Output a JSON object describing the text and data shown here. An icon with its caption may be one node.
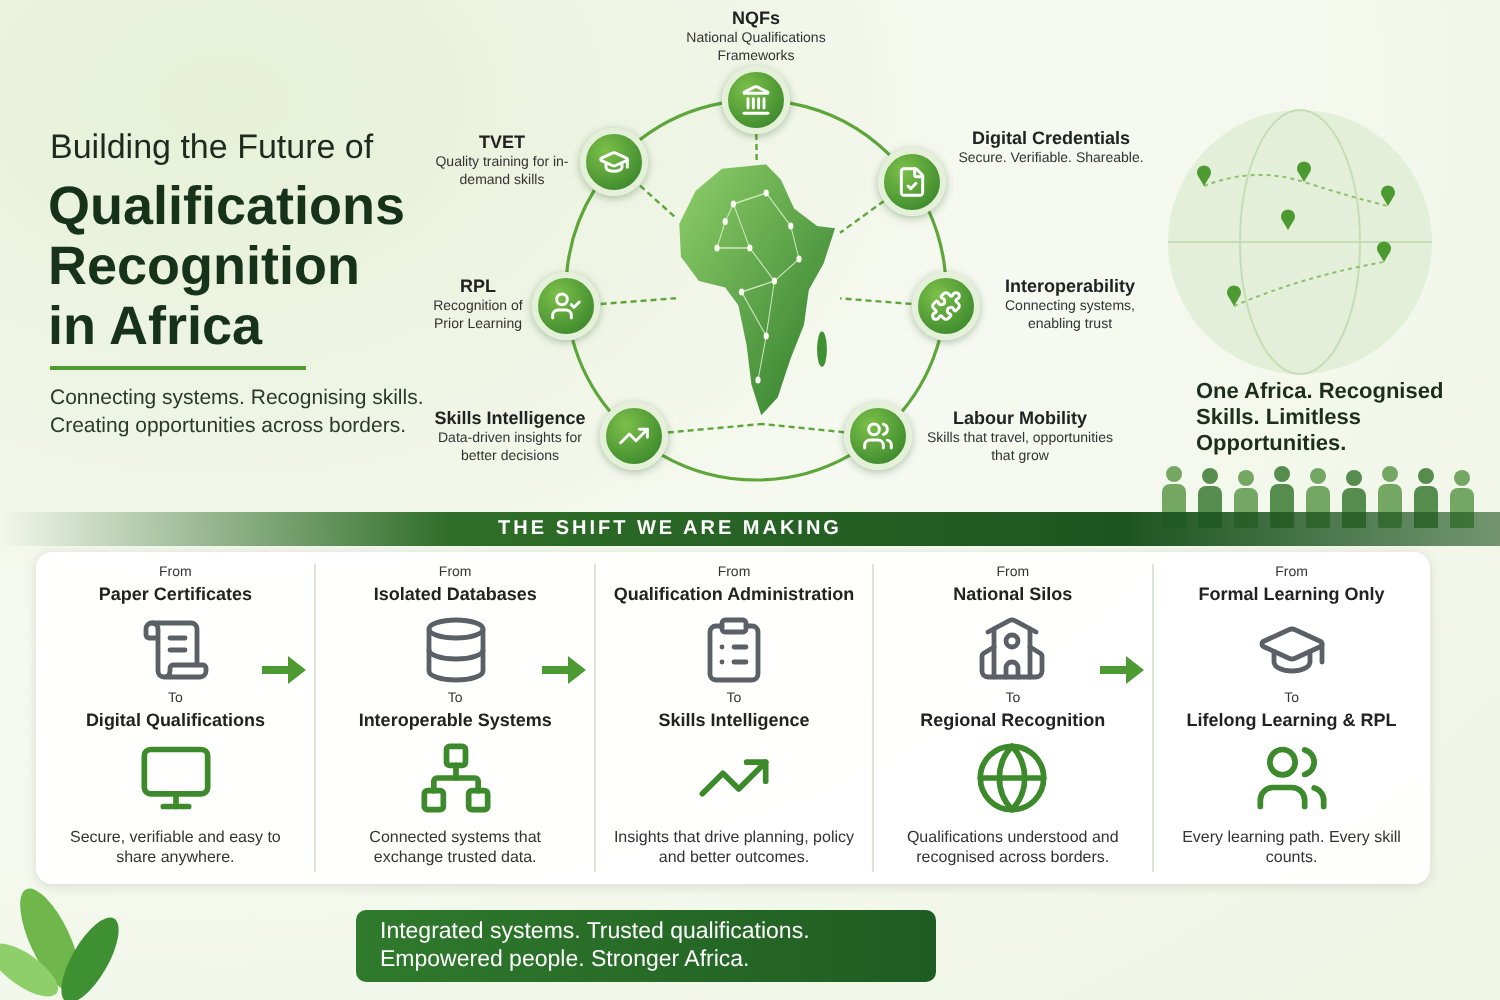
{
  "diagram": {
    "title": "Qualifications Recognition in Africa",
    "nodes": [
      {
        "text": [],
        "shape": "circle",
        "beside": [
          "NQFs",
          "National Qualifications Frameworks"
        ]
      },
      {
        "text": [],
        "shape": "circle",
        "beside": [
          "TVET",
          "Quality training for in-demand skills"
        ]
      },
      {
        "text": [],
        "shape": "circle",
        "beside": [
          "Digital Credentials",
          "Secure. Verifiable. Shareable."
        ]
      },
      {
        "text": [],
        "shape": "circle",
        "beside": [
          "RPL",
          "Recognition of Prior Learning"
        ]
      },
      {
        "text": [],
        "shape": "circle",
        "beside": [
          "Interoperability",
          "Connecting systems, enabling trust"
        ]
      },
      {
        "text": [],
        "shape": "circle",
        "beside": [
          "Skills Intelligence",
          "Data-driven insights for better decisions"
        ]
      },
      {
        "text": [],
        "shape": "circle",
        "beside": [
          "Labour Mobility",
          "Skills that travel, opportunities that grow"
        ]
      },
      {
        "text": [],
        "shape": "picture"
      }
    ],
    "edges": [
      {
        "from": 1,
        "to": 0,
        "arrow": "none"
      },
      {
        "from": 0,
        "to": 2,
        "arrow": "none"
      },
      {
        "from": 2,
        "to": 4,
        "arrow": "none"
      },
      {
        "from": 4,
        "to": 6,
        "arrow": "none"
      },
      {
        "from": 6,
        "to": 5,
        "arrow": "none"
      },
      {
        "from": 5,
        "to": 3,
        "arrow": "none"
      },
      {
        "from": 3,
        "to": 1,
        "arrow": "none"
      },
      {
        "from": 0,
        "to": 7,
        "arrow": "none",
        "style": "dashed"
      },
      {
        "from": 1,
        "to": 7,
        "arrow": "none",
        "style": "dashed"
      },
      {
        "from": 2,
        "to": 7,
        "arrow": "none",
        "style": "dashed"
      },
      {
        "from": 3,
        "to": 7,
        "arrow": "none",
        "style": "dashed"
      },
      {
        "from": 4,
        "to": 7,
        "arrow": "none",
        "style": "dashed"
      },
      {
        "from": 5,
        "to": 7,
        "arrow": "none",
        "style": "dashed"
      },
      {
        "from": 6,
        "to": 7,
        "arrow": "none",
        "style": "dashed"
      }
    ],
    "labels": [
      "Building the Future of",
      "Connecting systems. Recognising skills. Creating opportunities across borders.",
      "One Africa. Recognised Skills. Limitless Opportunities.",
      "THE SHIFT WE ARE MAKING",
      "From",
      "Paper Certificates",
      "To",
      "Digital Qualifications",
      "Secure, verifiable and easy to share anywhere.",
      "From",
      "Isolated Databases",
      "To",
      "Interoperable Systems",
      "Connected systems that exchange trusted data.",
      "From",
      "Qualification Administration",
      "To",
      "Skills Intelligence",
      "Insights that drive planning, policy and better outcomes.",
      "From",
      "National Silos",
      "To",
      "Regional Recognition",
      "Qualifications understood and recognised across borders.",
      "From",
      "Formal Learning Only",
      "To",
      "Lifelong Learning & RPL",
      "Every learning path. Every skill counts.",
      "Integrated systems. Trusted qualifications. Empowered people. Stronger Africa."
    ]
  }
}
